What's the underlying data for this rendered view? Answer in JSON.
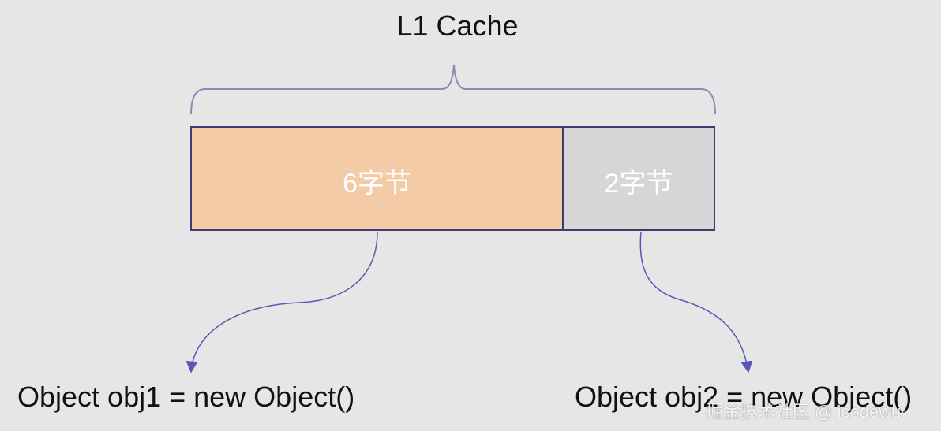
{
  "title": "L1 Cache",
  "segments": [
    {
      "label": "6字节",
      "bytes": 6,
      "color": "#f4cba7"
    },
    {
      "label": "2字节",
      "bytes": 2,
      "color": "#d6d6d6"
    }
  ],
  "objects": [
    {
      "code": "Object obj1 = new Object()"
    },
    {
      "code": "Object obj2 = new Object()"
    }
  ],
  "watermark": "掘金技术社区 @ icodewu",
  "colors": {
    "background": "#e6e6e6",
    "outline": "#3d3c6e",
    "arrow": "#5a55b8",
    "brace": "#8e8ab8"
  }
}
